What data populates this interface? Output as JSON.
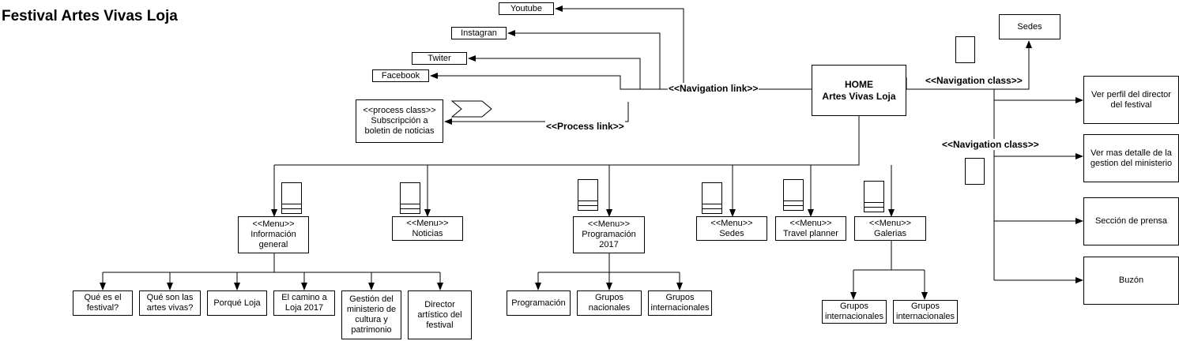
{
  "title": "Festival Artes Vivas Loja",
  "home": "HOME\nArtes Vivas Loja",
  "links": {
    "navigation_link": "<<Navigation link>>",
    "process_link": "<<Process link>>",
    "navigation_class_top": "<<Navigation class>>",
    "navigation_class_right": "<<Navigation class>>"
  },
  "social": {
    "youtube": "Youtube",
    "instagram": "Instagran",
    "twitter": "Twiter",
    "facebook": "Facebook"
  },
  "process": "<<process class>>\nSubscripción a\nboletin de noticias",
  "sedes_top": "Sedes",
  "right": {
    "perfil": "Ver perfil del director\ndel festival",
    "detalle": "Ver mas detalle de la\ngestion del ministerio",
    "prensa": "Sección de prensa",
    "buzon": "Buzón"
  },
  "menus": {
    "info": "<<Menu>>\nInformación\ngeneral",
    "noticias": "<<Menu>>\nNoticias",
    "programacion": "<<Menu>>\nProgramación\n2017",
    "sedes": "<<Menu>>\nSedes",
    "travel": "<<Menu>>\nTravel planner",
    "galerias": "<<Menu>>\nGalerias"
  },
  "info_children": {
    "que_es": "Qué es el\nfestival?",
    "que_son": "Qué son las\nartes vivas?",
    "porque": "Porqué Loja",
    "camino": "El camino a\nLoja 2017",
    "gestion": "Gestión del\nministerio de\ncultura y\npatrimonio",
    "director": "Director\nartístico del\nfestival"
  },
  "prog_children": {
    "programacion": "Programación",
    "nacionales": "Grupos\nnacionales",
    "internacionales": "Grupos\ninternacionales"
  },
  "gal_children": {
    "internacionales_1": "Grupos\ninternacionales",
    "internacionales_2": "Grupos\ninternacionales"
  }
}
